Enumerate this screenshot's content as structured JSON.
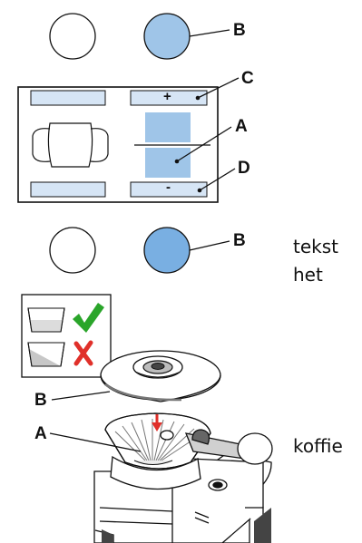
{
  "labels": {
    "B_top": "B",
    "C": "C",
    "A_panel": "A",
    "D": "D",
    "B_mid": "B",
    "B_filter": "B",
    "A_filter": "A"
  },
  "panel": {
    "plus": "+",
    "minus": "-"
  },
  "side_text": {
    "line1": "tekst",
    "line2": "het",
    "line3": "koffie"
  },
  "status_icons": {
    "ok": "check-icon",
    "not_ok": "cross-icon",
    "ok_color": "#2aa52a",
    "not_ok_color": "#e0302a"
  },
  "colors": {
    "blue_fill": "#9fc5e8",
    "light_panel": "#d6e5f5",
    "line": "#111111"
  }
}
